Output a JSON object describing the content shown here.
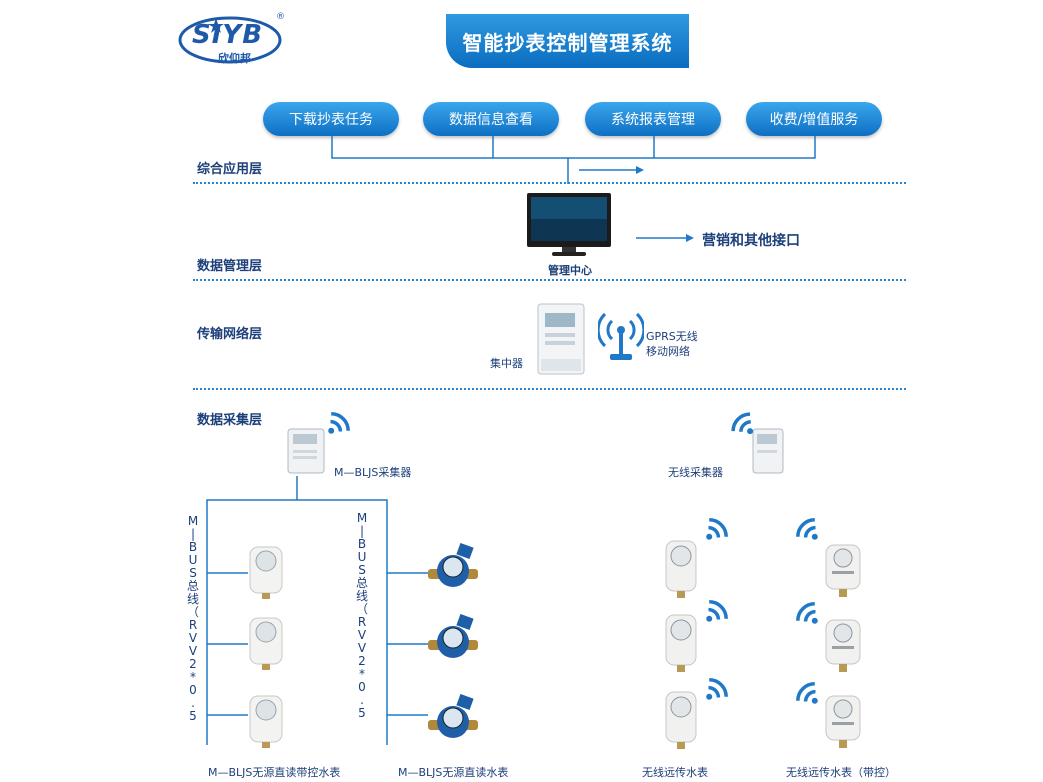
{
  "logo": {
    "text": "SIYB",
    "sub": "欣仰邦",
    "reg": "®"
  },
  "title": "智能抄表控制管理系统",
  "top_buttons": [
    "下载抄表任务",
    "数据信息查看",
    "系统报表管理",
    "收费/增值服务"
  ],
  "layers": {
    "app": "综合应用层",
    "data_mgmt": "数据管理层",
    "transport": "传输网络层",
    "collect": "数据采集层"
  },
  "management_center": "管理中心",
  "marketing_interface": "营销和其他接口",
  "concentrator": "集中器",
  "gprs": {
    "line1": "GPRS无线",
    "line2": "移动网络"
  },
  "mbus_collector": "M—BLJS采集器",
  "wireless_collector": "无线采集器",
  "bus_label": "M\n|\nB\nU\nS\n总\n线\n（\nR\nV\nV\n2\n*\n0\n.\n5",
  "bottom_labels": [
    "M—BLJS无源直读带控水表",
    "M—BLJS无源直读水表",
    "无线远传水表",
    "无线远传水表（带控）"
  ],
  "colors": {
    "accent": "#1f78c8",
    "text": "#1d3f7a"
  }
}
